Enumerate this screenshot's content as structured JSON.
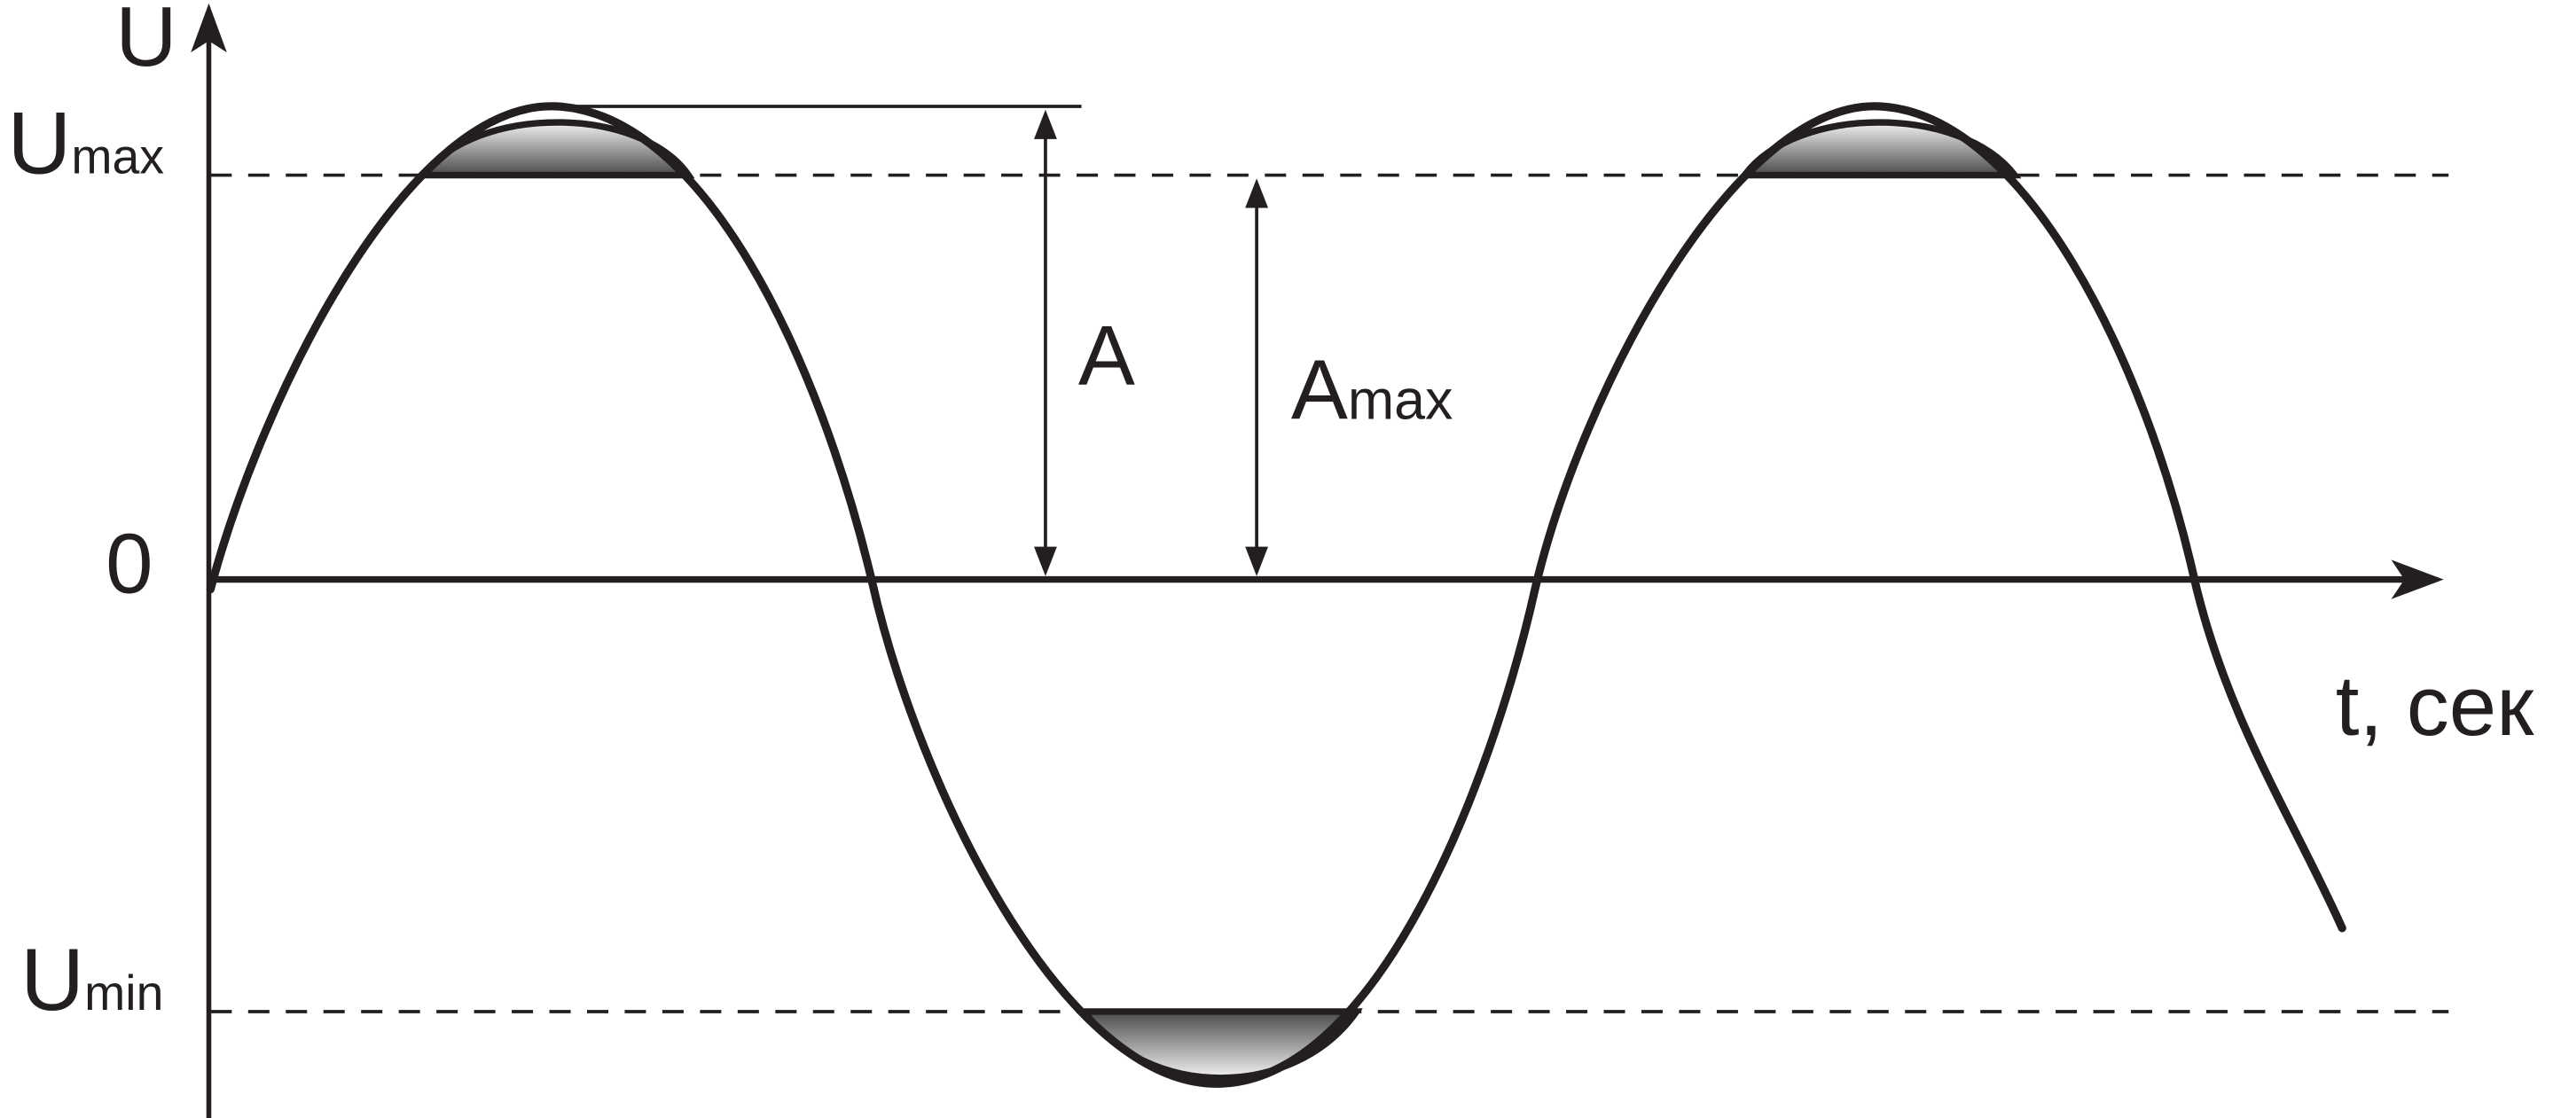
{
  "diagram": {
    "axis_y_label": "U",
    "axis_x_label": "t, сек",
    "origin_label": "0",
    "umax_label": {
      "main": "U",
      "sub": "max"
    },
    "umin_label": {
      "main": "U",
      "sub": "min"
    },
    "amplitude_label": "A",
    "amax_label": {
      "main": "A",
      "sub": "max"
    }
  },
  "colors": {
    "line": "#231f20",
    "cap_dark": "#4a4a4a",
    "cap_light": "#f2f2f2",
    "background": "#ffffff"
  }
}
